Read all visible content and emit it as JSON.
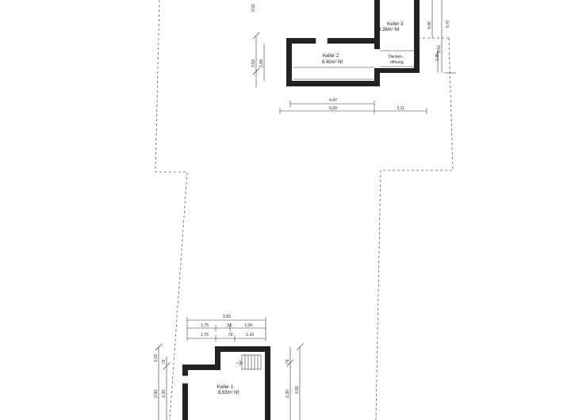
{
  "rooms": {
    "keller1": {
      "name": "Keller 1",
      "area": "9,83m² Nf"
    },
    "keller2": {
      "name": "Keller 2",
      "area": "8,40m² Nf"
    },
    "keller3": {
      "name": "Keller 3",
      "area": "9,38m² Nf"
    }
  },
  "labels": {
    "deckenoeffnung_line1": "Decken-",
    "deckenoeffnung_line2": "öffnung"
  },
  "dimensions": {
    "d_447": "4,47",
    "d_500": "5,00",
    "d_211": "2,11",
    "d_252": "2,52",
    "d_188": "1,88",
    "d_352": "3,52",
    "d_406": "4,06",
    "d_552": "5,52",
    "d_547": "5,47",
    "d_195": "1,95",
    "d_282": "2,82",
    "d_175a": "1,75",
    "d_55": ",55",
    "d_159": "1,59",
    "d_175b": "1,75",
    "d_79": ",79",
    "d_143": "1,43",
    "d_102": "1,02",
    "d_76a": ",76",
    "d_76b": ",76",
    "d_290": "2,90",
    "d_230a": "2,30",
    "d_230b": "2,30",
    "d_392": "3,92"
  }
}
